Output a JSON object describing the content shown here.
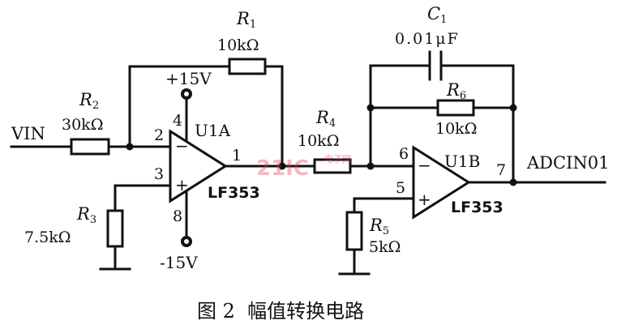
{
  "figure": {
    "caption": "图 2  幅值转换电路"
  },
  "input": {
    "label": "VIN"
  },
  "output": {
    "label": "ADCIN01"
  },
  "power": {
    "positive": "+15V",
    "negative": "-15V"
  },
  "op_amps": [
    {
      "name": "U1A",
      "part": "LF353",
      "minus_sign": "−",
      "plus_sign": "+",
      "pins": {
        "inverting": "2",
        "non_inverting": "3",
        "output": "1",
        "vpos": "4",
        "vneg": "8"
      }
    },
    {
      "name": "U1B",
      "part": "LF353",
      "minus_sign": "−",
      "plus_sign": "+",
      "pins": {
        "inverting": "6",
        "non_inverting": "5",
        "output": "7"
      }
    }
  ],
  "components": {
    "R1": {
      "letter": "R",
      "sub": "1",
      "value": "10kΩ"
    },
    "R2": {
      "letter": "R",
      "sub": "2",
      "value": "30kΩ"
    },
    "R3": {
      "letter": "R",
      "sub": "3",
      "value": "7.5kΩ"
    },
    "R4": {
      "letter": "R",
      "sub": "4",
      "value": "10kΩ"
    },
    "R5": {
      "letter": "R",
      "sub": "5",
      "value": "5kΩ"
    },
    "R6": {
      "letter": "R",
      "sub": "6",
      "value": "10kΩ"
    },
    "C1": {
      "letter": "C",
      "sub": "1",
      "value": "0.01μF"
    }
  },
  "watermark": {
    "text": "21IC",
    "sub": "电子网"
  }
}
